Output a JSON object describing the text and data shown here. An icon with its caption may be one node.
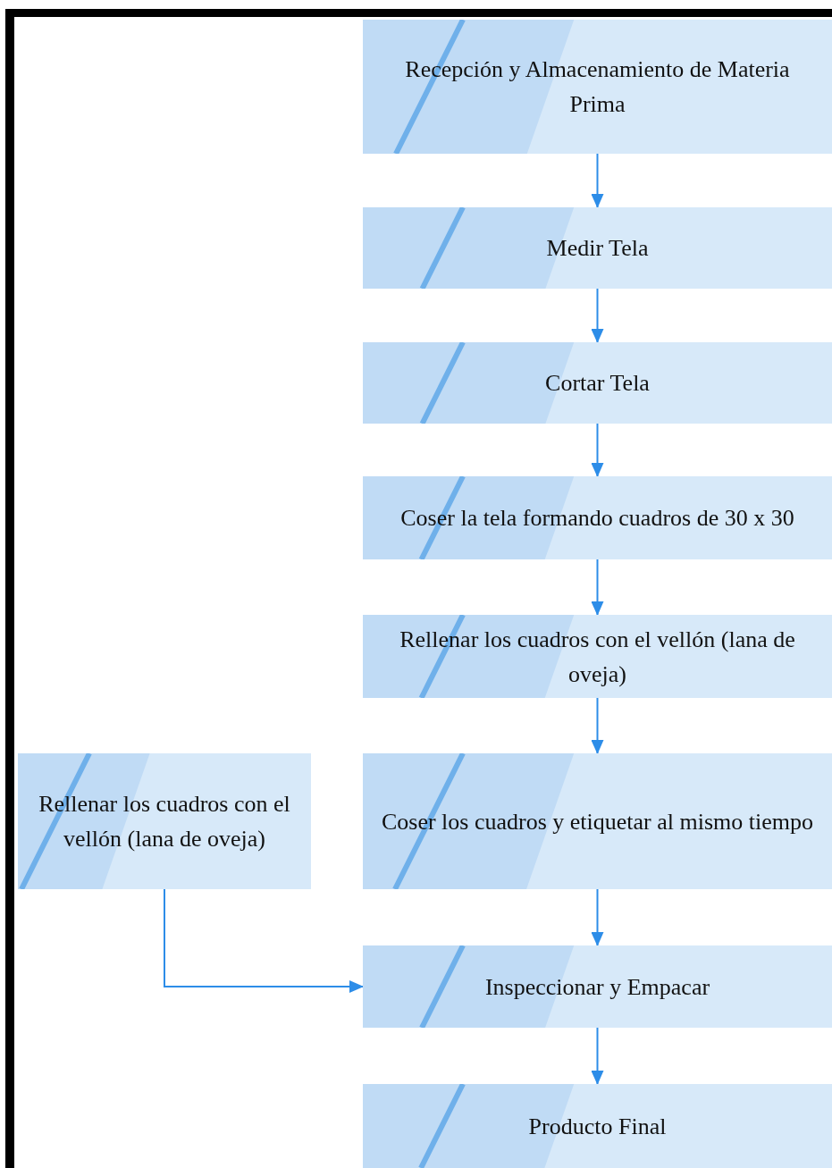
{
  "diagram": {
    "nodes": [
      {
        "text": [
          "Recepción y Almacenamiento de Materia Prima"
        ]
      },
      {
        "text": [
          "Medir Tela"
        ]
      },
      {
        "text": [
          "Cortar Tela"
        ]
      },
      {
        "text": [
          "Coser la tela formando cuadros de 30 x 30"
        ]
      },
      {
        "text": [
          "Rellenar los cuadros con el vellón (lana de oveja)"
        ]
      },
      {
        "text": [
          "Coser los cuadros y etiquetar al mismo tiempo"
        ]
      },
      {
        "text": [
          "Rellenar los cuadros con el vellón (lana de oveja)"
        ]
      },
      {
        "text": [
          "Inspeccionar y Empacar"
        ]
      },
      {
        "text": [
          "Producto Final"
        ]
      }
    ],
    "edges": [
      {
        "from": 0,
        "to": 1,
        "arrow": "to"
      },
      {
        "from": 1,
        "to": 2,
        "arrow": "to"
      },
      {
        "from": 2,
        "to": 3,
        "arrow": "to"
      },
      {
        "from": 3,
        "to": 4,
        "arrow": "to"
      },
      {
        "from": 4,
        "to": 5,
        "arrow": "to"
      },
      {
        "from": 5,
        "to": 7,
        "arrow": "to"
      },
      {
        "from": 6,
        "to": 7,
        "arrow": "to"
      },
      {
        "from": 7,
        "to": 8,
        "arrow": "to"
      }
    ]
  }
}
